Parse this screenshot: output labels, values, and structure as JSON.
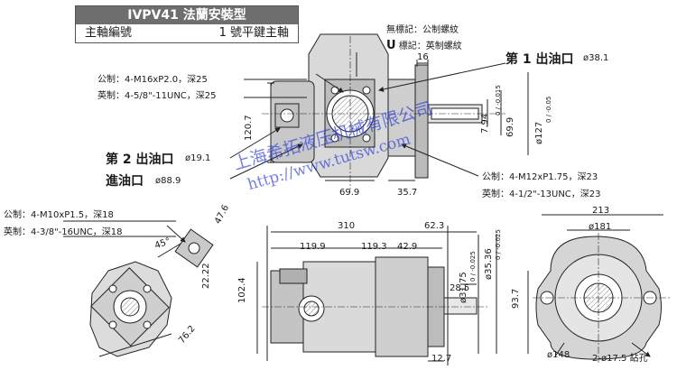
{
  "title": {
    "model": "IVPV41 法蘭安裝型",
    "shaft_label": "主軸編號",
    "shaft_value": "1 號平鍵主軸"
  },
  "legend": {
    "blank_mark": "無標記：公制螺紋",
    "u_mark_letter": "U",
    "u_mark_text": "標記：英制螺紋"
  },
  "ports": {
    "outlet1_label": "第 1 出油口",
    "outlet1_size": "ø38.1",
    "outlet2_label": "第 2 出油口",
    "outlet2_size": "ø19.1",
    "inlet_label": "進油口",
    "inlet_size": "ø88.9"
  },
  "threads": {
    "top_metric": "公制：4-M16xP2.0，深25",
    "top_imperial": "英制：4-5/8\"-11UNC，深25",
    "right_metric": "公制：4-M12xP1.75，深23",
    "right_imperial": "英制：4-1/2\"-13UNC，深23",
    "left_metric": "公制：4-M10xP1.5，深18",
    "left_imperial": "英制：4-3/8\"-16UNC，深18"
  },
  "dimensions": {
    "d16": "16",
    "d120_7": "120.7",
    "d69_9_bottom": "69.9",
    "d35_7": "35.7",
    "d7_94": "7.94",
    "tol_7_94": "0 / -0.015",
    "d69_9_right": "69.9",
    "d127": "ø127",
    "tol_127": "0 / -0.05",
    "d47_6": "47.6",
    "d22_22": "22.22",
    "d45": "45°",
    "d76_2": "76.2",
    "d310": "310",
    "d62_3": "62.3",
    "d119_9": "119.9",
    "d119_3": "119.3",
    "d42_9": "42.9",
    "d102_4": "102.4",
    "d28_5": "28.5",
    "d31_75": "ø31.75",
    "tol_31_75": "0 / -0.025",
    "d35_36": "ø35.36",
    "tol_35_36": "0 / -0.025",
    "d93_7": "93.7",
    "d12_7": "12.7",
    "d213": "213",
    "d181": "ø181",
    "d148": "ø148",
    "holes": "2-ø17.5 鉆孔"
  },
  "watermark": {
    "line1": "上海希拓液压机械有限公司",
    "line2": "http://www.tutsw.com"
  }
}
